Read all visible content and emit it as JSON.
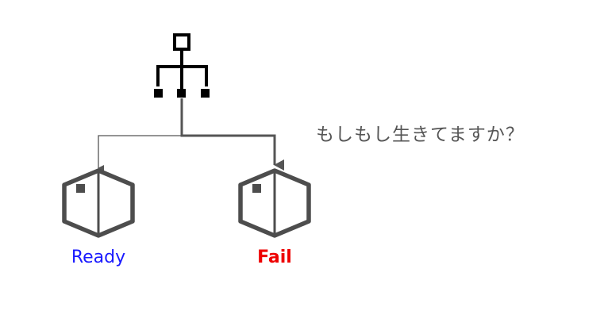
{
  "diagram": {
    "root_icon": "hierarchy-icon",
    "nodes": [
      {
        "id": "ready",
        "icon": "package-box-icon",
        "label": "Ready",
        "label_color": "#1a1aff"
      },
      {
        "id": "fail",
        "icon": "package-box-icon",
        "label": "Fail",
        "label_color": "#ee0000"
      }
    ],
    "speech_text": "もしもし生きてますか？",
    "colors": {
      "icon": "#000000",
      "box": "#4d4d4d",
      "connector": "#555555",
      "speech": "#555555"
    }
  }
}
